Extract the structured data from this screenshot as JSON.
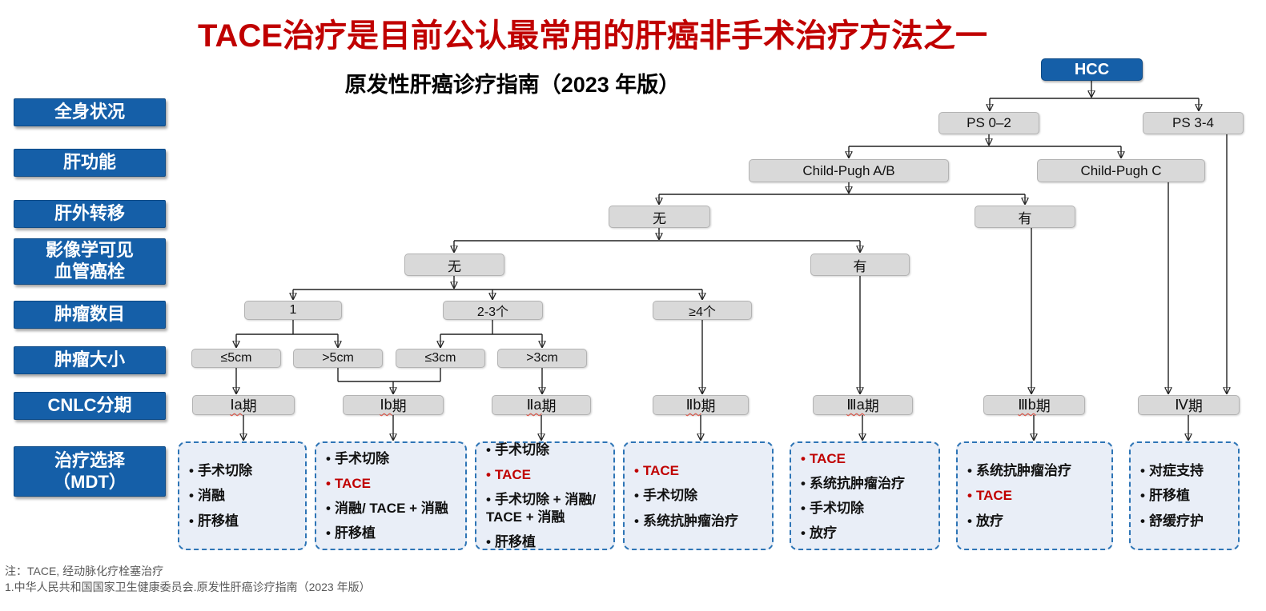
{
  "colors": {
    "accent_blue": "#155fa8",
    "node_gray": "#d9d9d9",
    "node_border": "#b3b3b3",
    "red": "#c00000",
    "treatment_fill": "#e9eef7",
    "treatment_border": "#2e75b6",
    "footnote_gray": "#595959",
    "connector": "#222222"
  },
  "title": "TACE治疗是目前公认最常用的肝癌非手术治疗方法之一",
  "subtitle": "原发性肝癌诊疗指南（2023 年版）",
  "sidebar": {
    "items": [
      {
        "label": "全身状况"
      },
      {
        "label": "肝功能"
      },
      {
        "label": "肝外转移"
      },
      {
        "label": "影像学可见\n血管癌栓"
      },
      {
        "label": "肿瘤数目"
      },
      {
        "label": "肿瘤大小"
      },
      {
        "label": "CNLC分期"
      },
      {
        "label": "治疗选择\n（MDT）"
      }
    ]
  },
  "flow": {
    "root_label": "HCC",
    "bullet": "•",
    "nodes": [
      {
        "label": "PS 0–2"
      },
      {
        "label": "PS 3-4"
      },
      {
        "label": "Child-Pugh A/B"
      },
      {
        "label": "Child-Pugh C"
      },
      {
        "label": "无"
      },
      {
        "label": "有"
      },
      {
        "label": "无"
      },
      {
        "label": "有"
      },
      {
        "label": "1"
      },
      {
        "label": "2-3个"
      },
      {
        "label": "≥4个"
      },
      {
        "label": "≤5cm"
      },
      {
        "label": ">5cm"
      },
      {
        "label": "≤3cm"
      },
      {
        "label": ">3cm"
      }
    ],
    "stages": [
      {
        "prefix": "Ⅰa",
        "suffix": "期",
        "squiggle": true
      },
      {
        "prefix": "Ⅰb",
        "suffix": "期",
        "squiggle": true
      },
      {
        "prefix": "Ⅱa",
        "suffix": "期",
        "squiggle": true
      },
      {
        "prefix": "Ⅱb",
        "suffix": "期",
        "squiggle": true
      },
      {
        "prefix": "Ⅲa",
        "suffix": "期",
        "squiggle": true
      },
      {
        "prefix": "Ⅲb",
        "suffix": "期",
        "squiggle": true
      },
      {
        "prefix": "Ⅳ",
        "suffix": "期",
        "squiggle": false
      }
    ],
    "treatments": [
      {
        "items": [
          {
            "text": "手术切除",
            "red": false
          },
          {
            "text": "消融",
            "red": false
          },
          {
            "text": "肝移植",
            "red": false
          }
        ]
      },
      {
        "items": [
          {
            "text": "手术切除",
            "red": false
          },
          {
            "text": "TACE",
            "red": true
          },
          {
            "text": "消融/ TACE + 消融",
            "red": false
          },
          {
            "text": "肝移植",
            "red": false
          }
        ]
      },
      {
        "items": [
          {
            "text": "手术切除",
            "red": false
          },
          {
            "text": "TACE",
            "red": true
          },
          {
            "text": "手术切除 + 消融/ TACE + 消融",
            "red": false
          },
          {
            "text": "肝移植",
            "red": false
          }
        ]
      },
      {
        "items": [
          {
            "text": "TACE",
            "red": true
          },
          {
            "text": "手术切除",
            "red": false
          },
          {
            "text": "系统抗肿瘤治疗",
            "red": false
          }
        ]
      },
      {
        "items": [
          {
            "text": "TACE",
            "red": true
          },
          {
            "text": "系统抗肿瘤治疗",
            "red": false
          },
          {
            "text": "手术切除",
            "red": false
          },
          {
            "text": "放疗",
            "red": false
          }
        ]
      },
      {
        "items": [
          {
            "text": "系统抗肿瘤治疗",
            "red": false
          },
          {
            "text": "TACE",
            "red": true
          },
          {
            "text": "放疗",
            "red": false
          }
        ]
      },
      {
        "items": [
          {
            "text": "对症支持",
            "red": false
          },
          {
            "text": "肝移植",
            "red": false
          },
          {
            "text": "舒缓疗护",
            "red": false
          }
        ]
      }
    ]
  },
  "footnotes": {
    "line1": "注：TACE, 经动脉化疗栓塞治疗",
    "line2": "1.中华人民共和国国家卫生健康委员会.原发性肝癌诊疗指南（2023 年版）"
  }
}
